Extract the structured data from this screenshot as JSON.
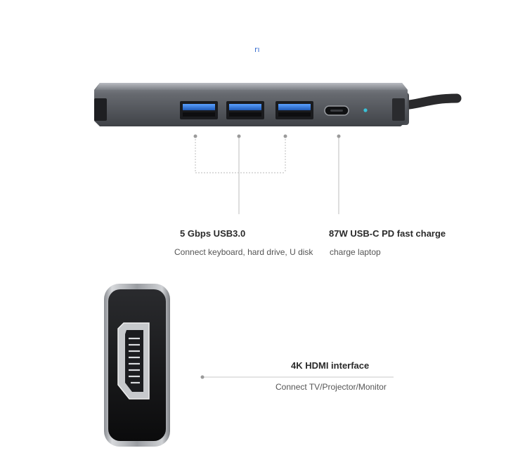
{
  "brand": {
    "logo_text": "rı"
  },
  "features": {
    "usb3": {
      "title": "5 Gbps USB3.0",
      "subtitle": "Connect keyboard, hard drive, U disk"
    },
    "pd": {
      "title": "87W USB-C PD fast charge",
      "subtitle": "charge laptop"
    },
    "hdmi": {
      "title": "4K HDMI interface",
      "subtitle": "Connect TV/Projector/Monitor"
    }
  },
  "colors": {
    "hub_body": "#5a5d63",
    "usb_port_blue": "#2f74d8",
    "indicator_led": "#39c2d8",
    "leader_line": "#c8c8c8"
  }
}
